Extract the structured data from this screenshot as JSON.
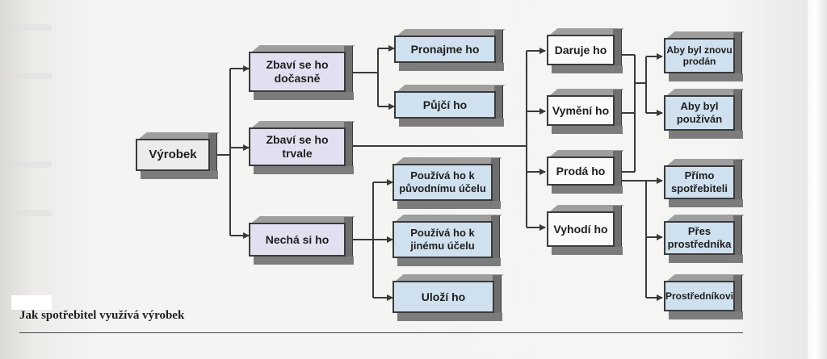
{
  "diagram": {
    "caption": "Jak spotřebitel využívá výrobek",
    "nodes": {
      "root": "Výrobek",
      "temporary": "Zbaví se ho dočasně",
      "permanent": "Zbaví se ho trvale",
      "keep": "Nechá si ho",
      "rent": "Pronajme ho",
      "lend": "Půjčí ho",
      "use_original": "Používá ho k původnímu účelu",
      "use_other": "Používá ho k jinému účelu",
      "store": "Uloží ho",
      "give": "Daruje ho",
      "trade": "Vymění ho",
      "sell": "Prodá ho",
      "discard": "Vyhodí ho",
      "resold": "Aby byl znovu prodán",
      "used": "Aby byl používán",
      "direct": "Přímo spotřebiteli",
      "via_intermediary": "Přes prostředníka",
      "to_intermediary": "Prostředníkovi"
    },
    "colors": {
      "line": "#3a3a3a",
      "root_fill": "#ececec",
      "level1_fill": "#e2dff0",
      "blue_fill": "#cfe0ee",
      "white_fill": "#fafafa"
    }
  }
}
